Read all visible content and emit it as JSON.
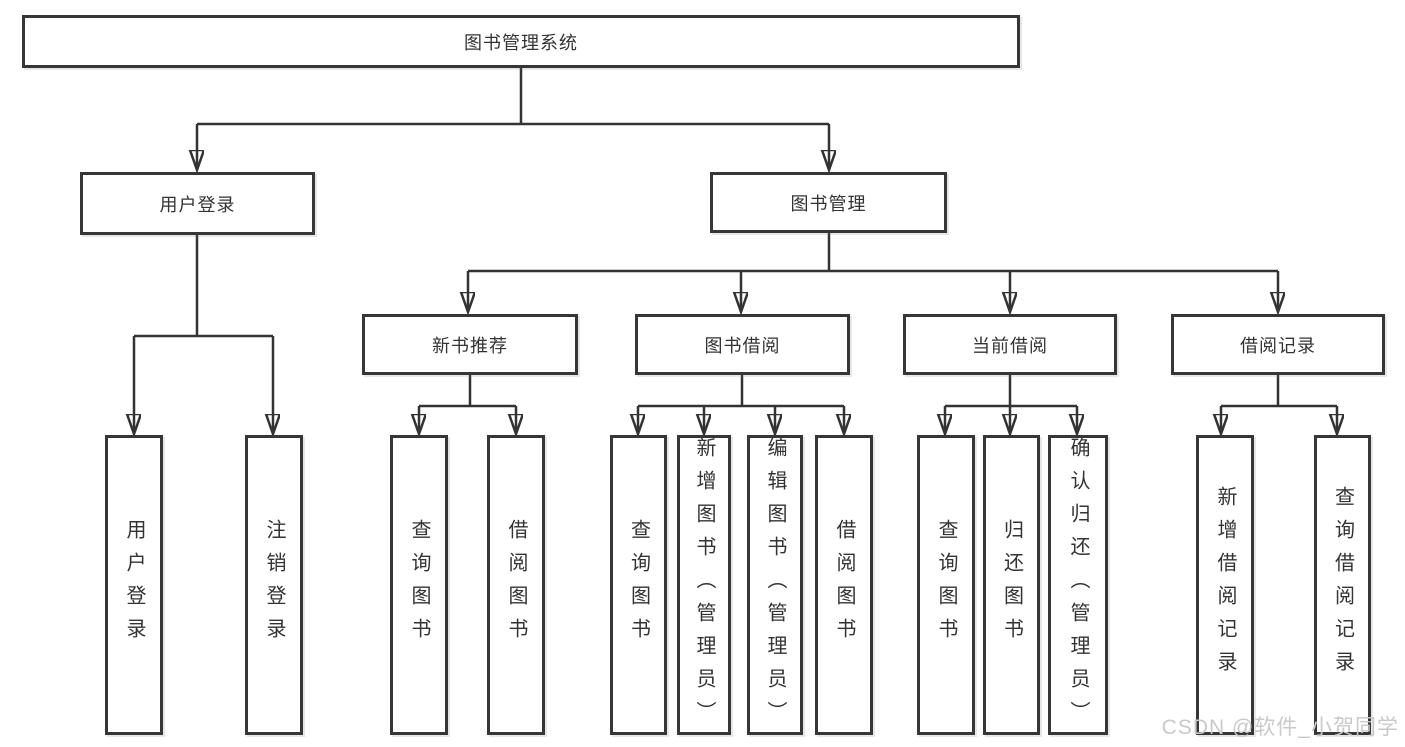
{
  "colors": {
    "line": "#333333",
    "text": "#333333",
    "border": "#363636",
    "bg": "#ffffff",
    "watermark": "#c9c9c9"
  },
  "watermark": "CSDN @软件_小贺同学",
  "tree": {
    "label": "图书管理系统",
    "children": [
      {
        "label": "用户登录",
        "children": [
          {
            "label": "用户登录"
          },
          {
            "label": "注销登录"
          }
        ]
      },
      {
        "label": "图书管理",
        "children": [
          {
            "label": "新书推荐",
            "children": [
              {
                "label": "查询图书"
              },
              {
                "label": "借阅图书"
              }
            ]
          },
          {
            "label": "图书借阅",
            "children": [
              {
                "label": "查询图书"
              },
              {
                "label": "新增图书（管理员）"
              },
              {
                "label": "编辑图书（管理员）"
              },
              {
                "label": "借阅图书"
              }
            ]
          },
          {
            "label": "当前借阅",
            "children": [
              {
                "label": "查询图书"
              },
              {
                "label": "归还图书"
              },
              {
                "label": "确认归还（管理员）"
              }
            ]
          },
          {
            "label": "借阅记录",
            "children": [
              {
                "label": "新增借阅记录"
              },
              {
                "label": "查询借阅记录"
              }
            ]
          }
        ]
      }
    ]
  }
}
